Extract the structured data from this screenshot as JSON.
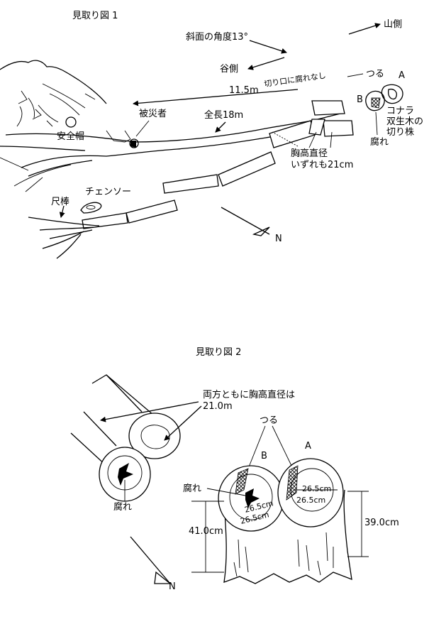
{
  "figure1": {
    "title": "見取り図 1",
    "yama_gawa": "山側",
    "slope": "斜面の角度13°",
    "tani_gawa": "谷側",
    "dist": "11.5m",
    "cut_note": "切り口に腐れなし",
    "tsuru": "つる",
    "label_a": "A",
    "label_b": "B",
    "victim": "被災者",
    "total_length": "全長18m",
    "helmet": "安全帽",
    "stump_line1": "コナラ",
    "stump_line2": "双生木の",
    "stump_line3": "切り株",
    "rot": "腐れ",
    "dbh_line1": "胸高直径",
    "dbh_line2": "いずれも21cm",
    "chainsaw": "チェンソー",
    "rod": "尺棒",
    "north": "N"
  },
  "figure2": {
    "title": "見取り図 2",
    "dbh_line1": "両方ともに胸高直径は",
    "dbh_line2": "21.0m",
    "tsuru": "つる",
    "label_a": "A",
    "label_b": "B",
    "rot_left": "腐れ",
    "rot_stump": "腐れ",
    "d_a1": "26.5cm",
    "d_a2": "26.5cm",
    "d_b1": "26.5cm",
    "d_b2": "26.5cm",
    "h_left": "41.0cm",
    "h_right": "39.0cm",
    "north": "N"
  }
}
